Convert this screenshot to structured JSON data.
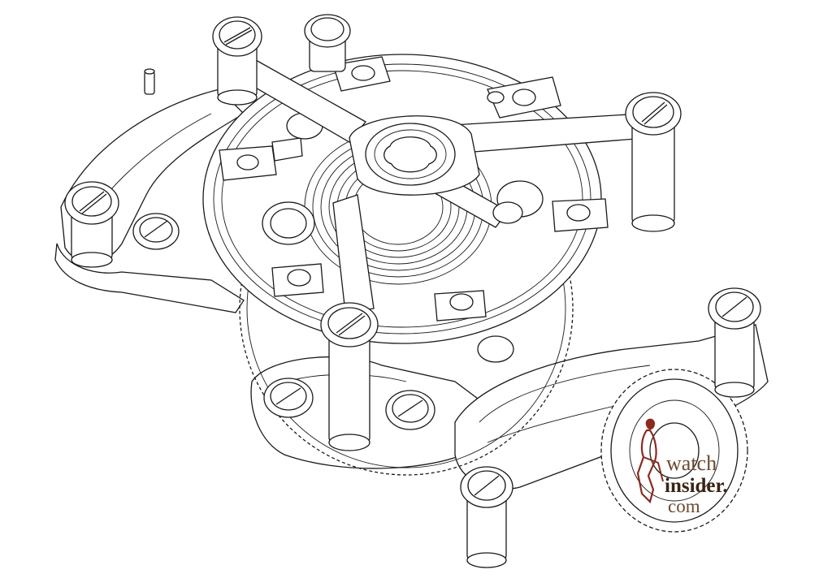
{
  "image": {
    "kind": "technical line drawing",
    "subject": "exploded isometric view of a mechanical watch tourbillon cage with bridges, balance spring and gear wheels",
    "stroke_color": "#1a1a1a",
    "background_color": "#ffffff"
  },
  "watermark": {
    "icon": "seated-figure-logo-icon",
    "line1": "watch",
    "line2": "insider.",
    "line3": "com",
    "color": "#5a3a22"
  }
}
